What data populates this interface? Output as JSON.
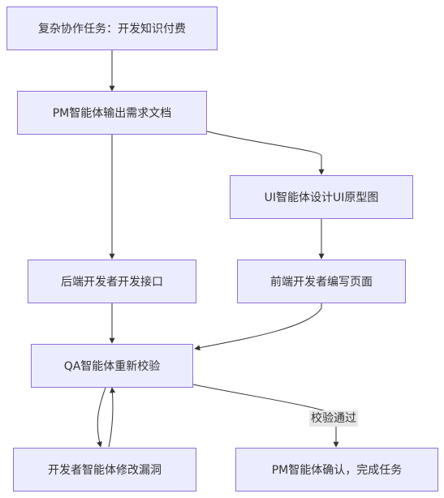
{
  "nodes": {
    "task": "复杂协作任务：开发知识付费",
    "pm_doc": "PM智能体输出需求文档",
    "ui_design": "UI智能体设计UI原型图",
    "backend": "后端开发者开发接口",
    "frontend": "前端开发者编写页面",
    "qa": "QA智能体重新校验",
    "fix": "开发者智能体修改漏洞",
    "confirm": "PM智能体确认，完成任务"
  },
  "edge_labels": {
    "pass": "校验通过"
  },
  "colors": {
    "node_fill": "#ECECFF",
    "node_border": "#9370DB",
    "edge": "#333333",
    "label_bg": "#e8e8e8"
  }
}
